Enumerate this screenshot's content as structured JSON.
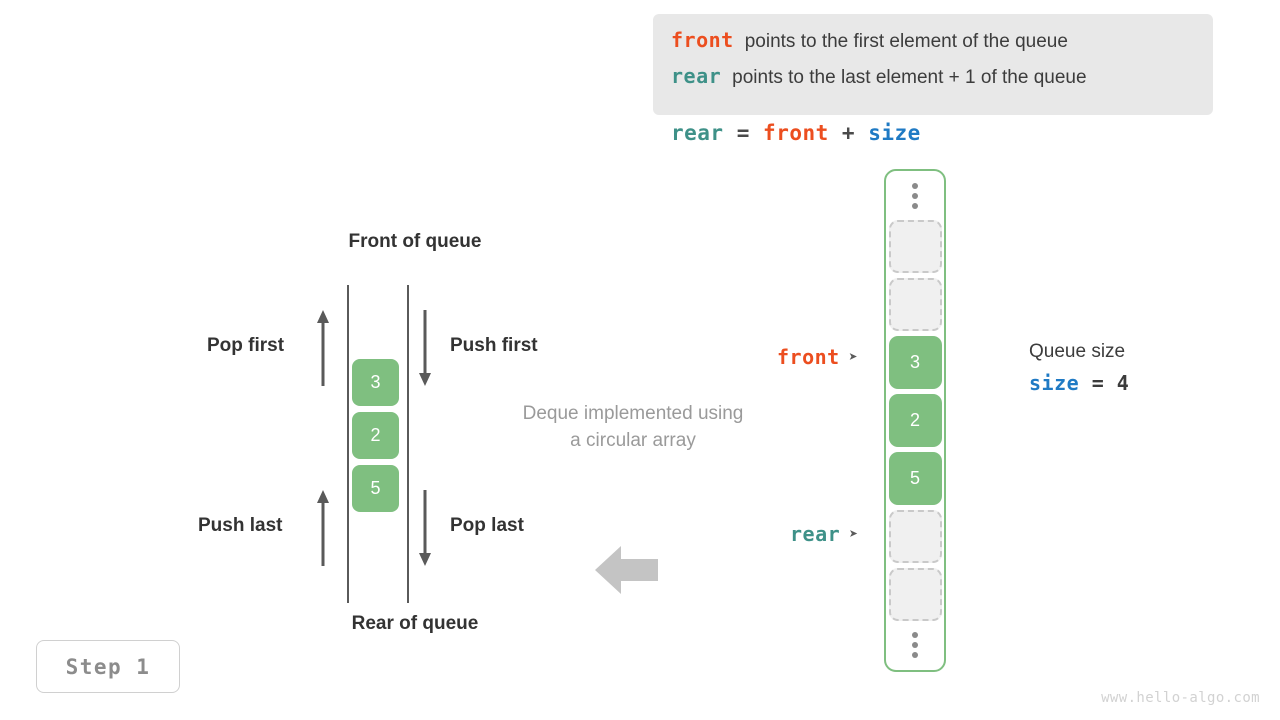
{
  "legend": {
    "rows": [
      {
        "keyword": "front",
        "keyword_color": "#ec4e1f",
        "text": "points to the first element of the queue"
      },
      {
        "keyword": "rear",
        "keyword_color": "#3e9188",
        "text": "points to the last element + 1 of the queue"
      }
    ]
  },
  "formula": {
    "lhs": "rear",
    "eq": "=",
    "rhs1": "front",
    "plus": "+",
    "rhs2": "size"
  },
  "deque": {
    "front_label": "Front of queue",
    "rear_label": "Rear of queue",
    "operations": {
      "pop_first": "Pop first",
      "push_first": "Push first",
      "push_last": "Push last",
      "pop_last": "Pop last"
    },
    "cells": [
      "3",
      "2",
      "5"
    ],
    "caption_line1": "Deque implemented using",
    "caption_line2": "a circular array"
  },
  "circular_array": {
    "slots": [
      {
        "value": "",
        "state": "empty"
      },
      {
        "value": "",
        "state": "empty"
      },
      {
        "value": "3",
        "state": "filled"
      },
      {
        "value": "2",
        "state": "filled"
      },
      {
        "value": "5",
        "state": "filled"
      },
      {
        "value": "",
        "state": "empty"
      },
      {
        "value": "",
        "state": "empty"
      }
    ],
    "pointers": {
      "front": {
        "label": "front",
        "mark": "➤",
        "color": "#ec4e1f",
        "target_slot_index": 2
      },
      "rear": {
        "label": "rear",
        "mark": "➤",
        "color": "#3e9188",
        "target_slot_index": 5
      }
    }
  },
  "queue_size": {
    "title": "Queue size",
    "expression": "size = 4",
    "variable": "size",
    "value": "4"
  },
  "step_badge": {
    "label": "Step 1"
  },
  "watermark": {
    "text": "www.hello-algo.com"
  },
  "colors": {
    "front": "#ec4e1f",
    "rear": "#3e9188",
    "size": "#1f7ac4",
    "accent_green": "#7fbf80",
    "legend_bg": "#e8e8e8",
    "muted_text": "#9a9a9a",
    "arrow_gray": "#c4c4c4"
  }
}
